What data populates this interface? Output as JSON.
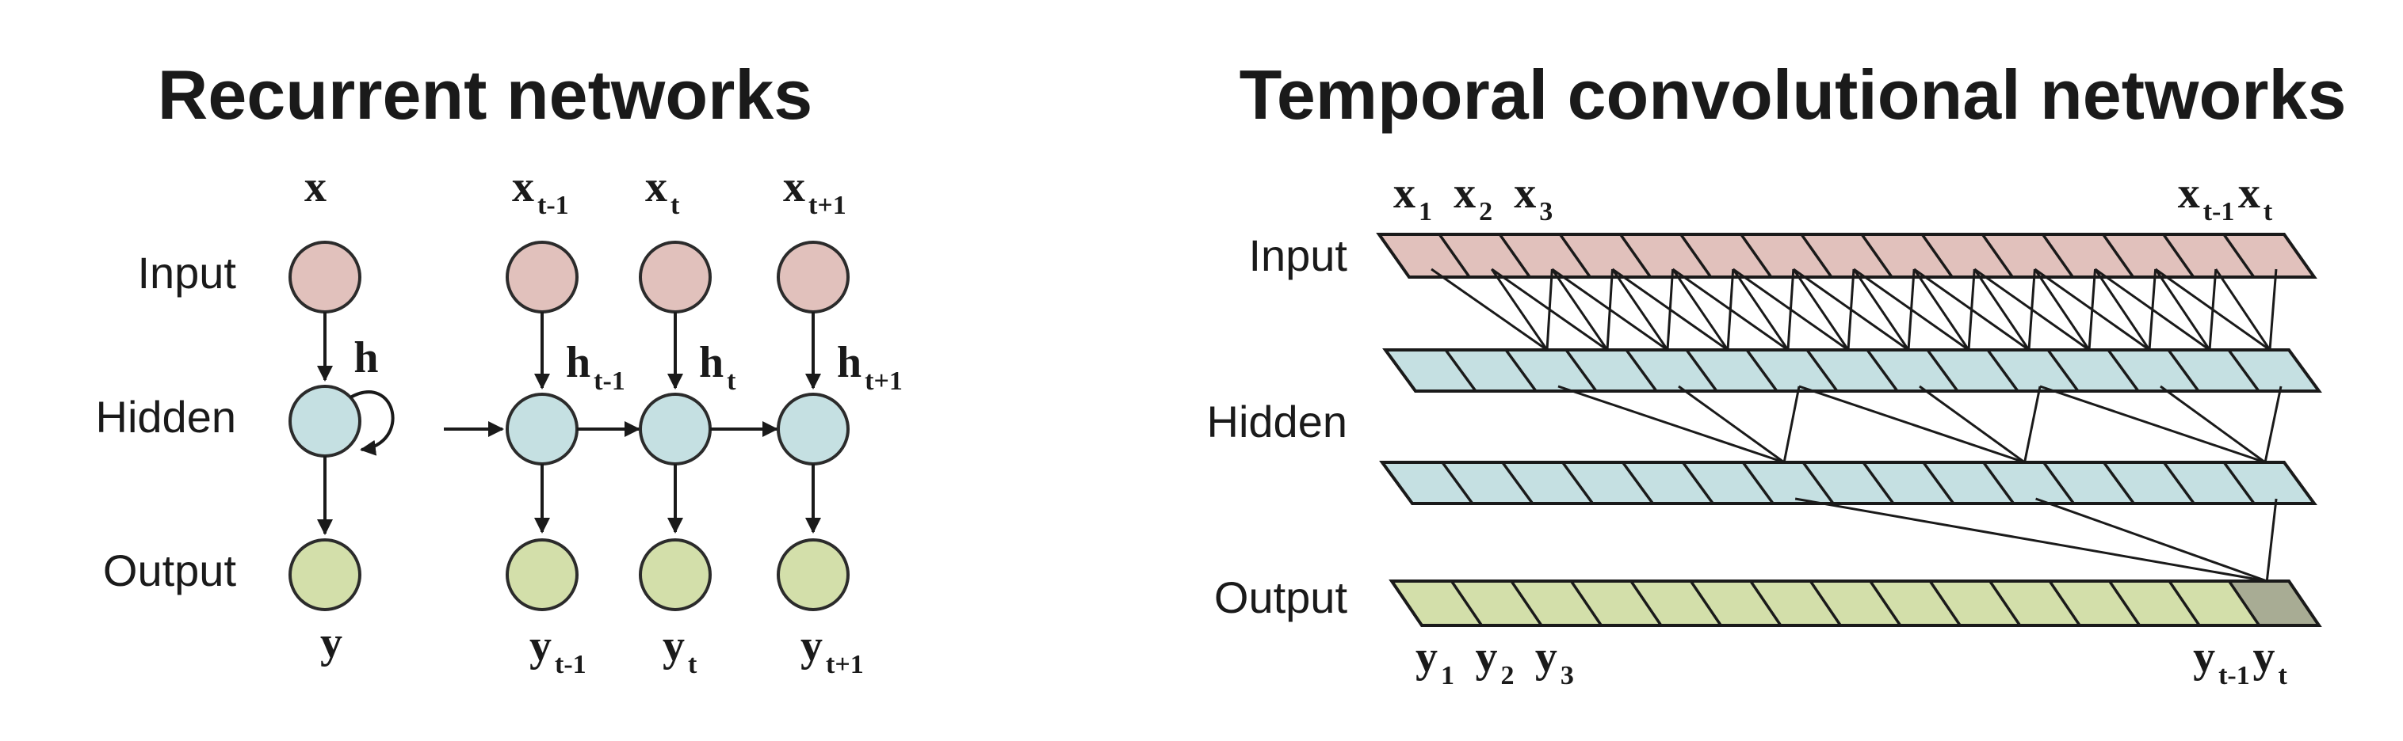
{
  "colors": {
    "input": "#e1c1bc",
    "hidden": "#c5e0e2",
    "output": "#d3dfaa",
    "output_last": "#a8ac94",
    "stroke": "#1a1a1a"
  },
  "rnn": {
    "title": "Recurrent networks",
    "labels": {
      "input": "Input",
      "hidden": "Hidden",
      "output": "Output"
    },
    "single": {
      "x": "x",
      "h": "h",
      "y": "y"
    },
    "unrolled": {
      "x": "x",
      "h": "h",
      "y": "y",
      "steps": [
        {
          "sub": "t-1"
        },
        {
          "sub": "t"
        },
        {
          "sub": "t+1"
        }
      ]
    }
  },
  "tcn": {
    "title": "Temporal convolutional networks",
    "labels": {
      "input": "Input",
      "hidden": "Hidden",
      "output": "Output"
    },
    "cells_per_layer": 15,
    "x": "x",
    "y": "y",
    "top_labels": [
      {
        "sub": "1",
        "cell": 0
      },
      {
        "sub": "2",
        "cell": 1
      },
      {
        "sub": "3",
        "cell": 2
      },
      {
        "sub": "t-1",
        "cell": 13
      },
      {
        "sub": "t",
        "cell": 14
      }
    ],
    "bottom_labels": [
      {
        "sub": "1",
        "cell": 0
      },
      {
        "sub": "2",
        "cell": 1
      },
      {
        "sub": "3",
        "cell": 2
      },
      {
        "sub": "t-1",
        "cell": 13
      },
      {
        "sub": "t",
        "cell": 14
      }
    ]
  }
}
